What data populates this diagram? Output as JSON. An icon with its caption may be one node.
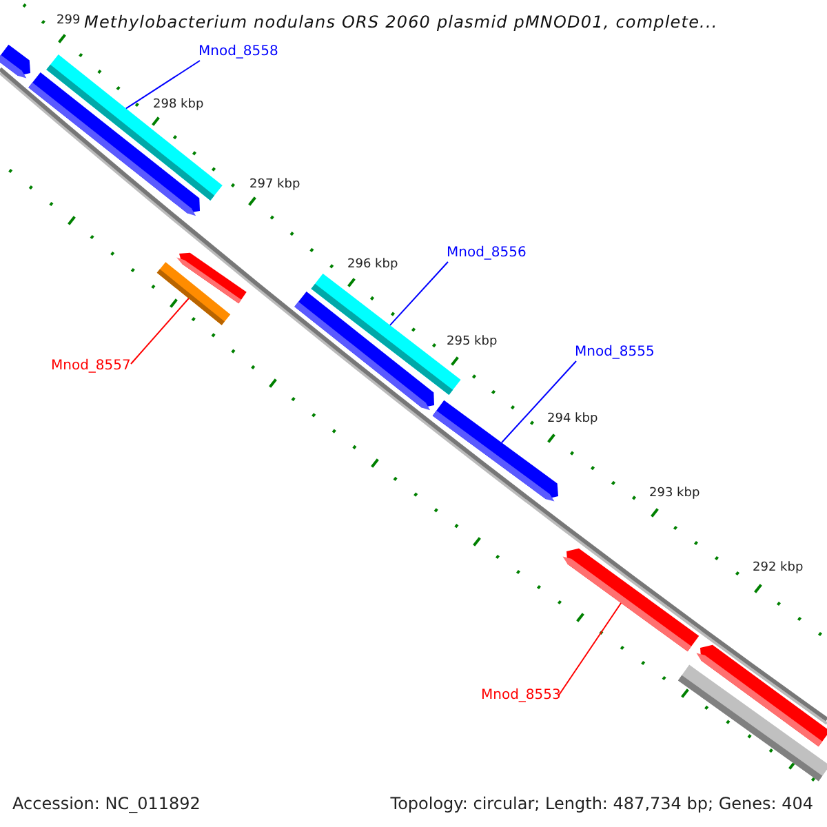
{
  "diagram": {
    "title": "Methylobacterium nodulans ORS 2060 plasmid pMNOD01, complete...",
    "nodes": [
      {
        "text": [],
        "shape": "bar"
      },
      {
        "text": [],
        "shape": "bar"
      },
      {
        "text": [
          "Mnod_8558"
        ]
      },
      {
        "text": [],
        "shape": "bar"
      },
      {
        "text": [],
        "shape": "bar"
      },
      {
        "text": [],
        "shape": "bar"
      },
      {
        "text": [
          "Mnod_8557"
        ]
      },
      {
        "text": [],
        "shape": "bar"
      },
      {
        "text": [
          "Mnod_8556"
        ]
      },
      {
        "text": [],
        "shape": "bar"
      },
      {
        "text": [
          "Mnod_8555"
        ]
      },
      {
        "text": [],
        "shape": "bar"
      },
      {
        "text": [],
        "shape": "bar"
      },
      {
        "text": [
          "Mnod_8553"
        ]
      },
      {
        "text": [],
        "shape": "bar"
      },
      {
        "text": [],
        "shape": "bar"
      }
    ],
    "edges": [
      {
        "from": 2,
        "to": 1,
        "arrow": "none"
      },
      {
        "from": 6,
        "to": 5,
        "arrow": "none",
        "color": "#ff0000"
      },
      {
        "from": 8,
        "to": 7,
        "arrow": "none"
      },
      {
        "from": 10,
        "to": 11,
        "arrow": "none"
      },
      {
        "from": 13,
        "to": 12,
        "arrow": "none",
        "color": "#ff0000"
      }
    ],
    "labels": [
      "299",
      "298 kbp",
      "297 kbp",
      "296 kbp",
      "295 kbp",
      "294 kbp",
      "293 kbp",
      "292 kbp",
      "Accession: NC_011892",
      "Topology: circular; Length: 487,734 bp; Genes: 404"
    ]
  }
}
